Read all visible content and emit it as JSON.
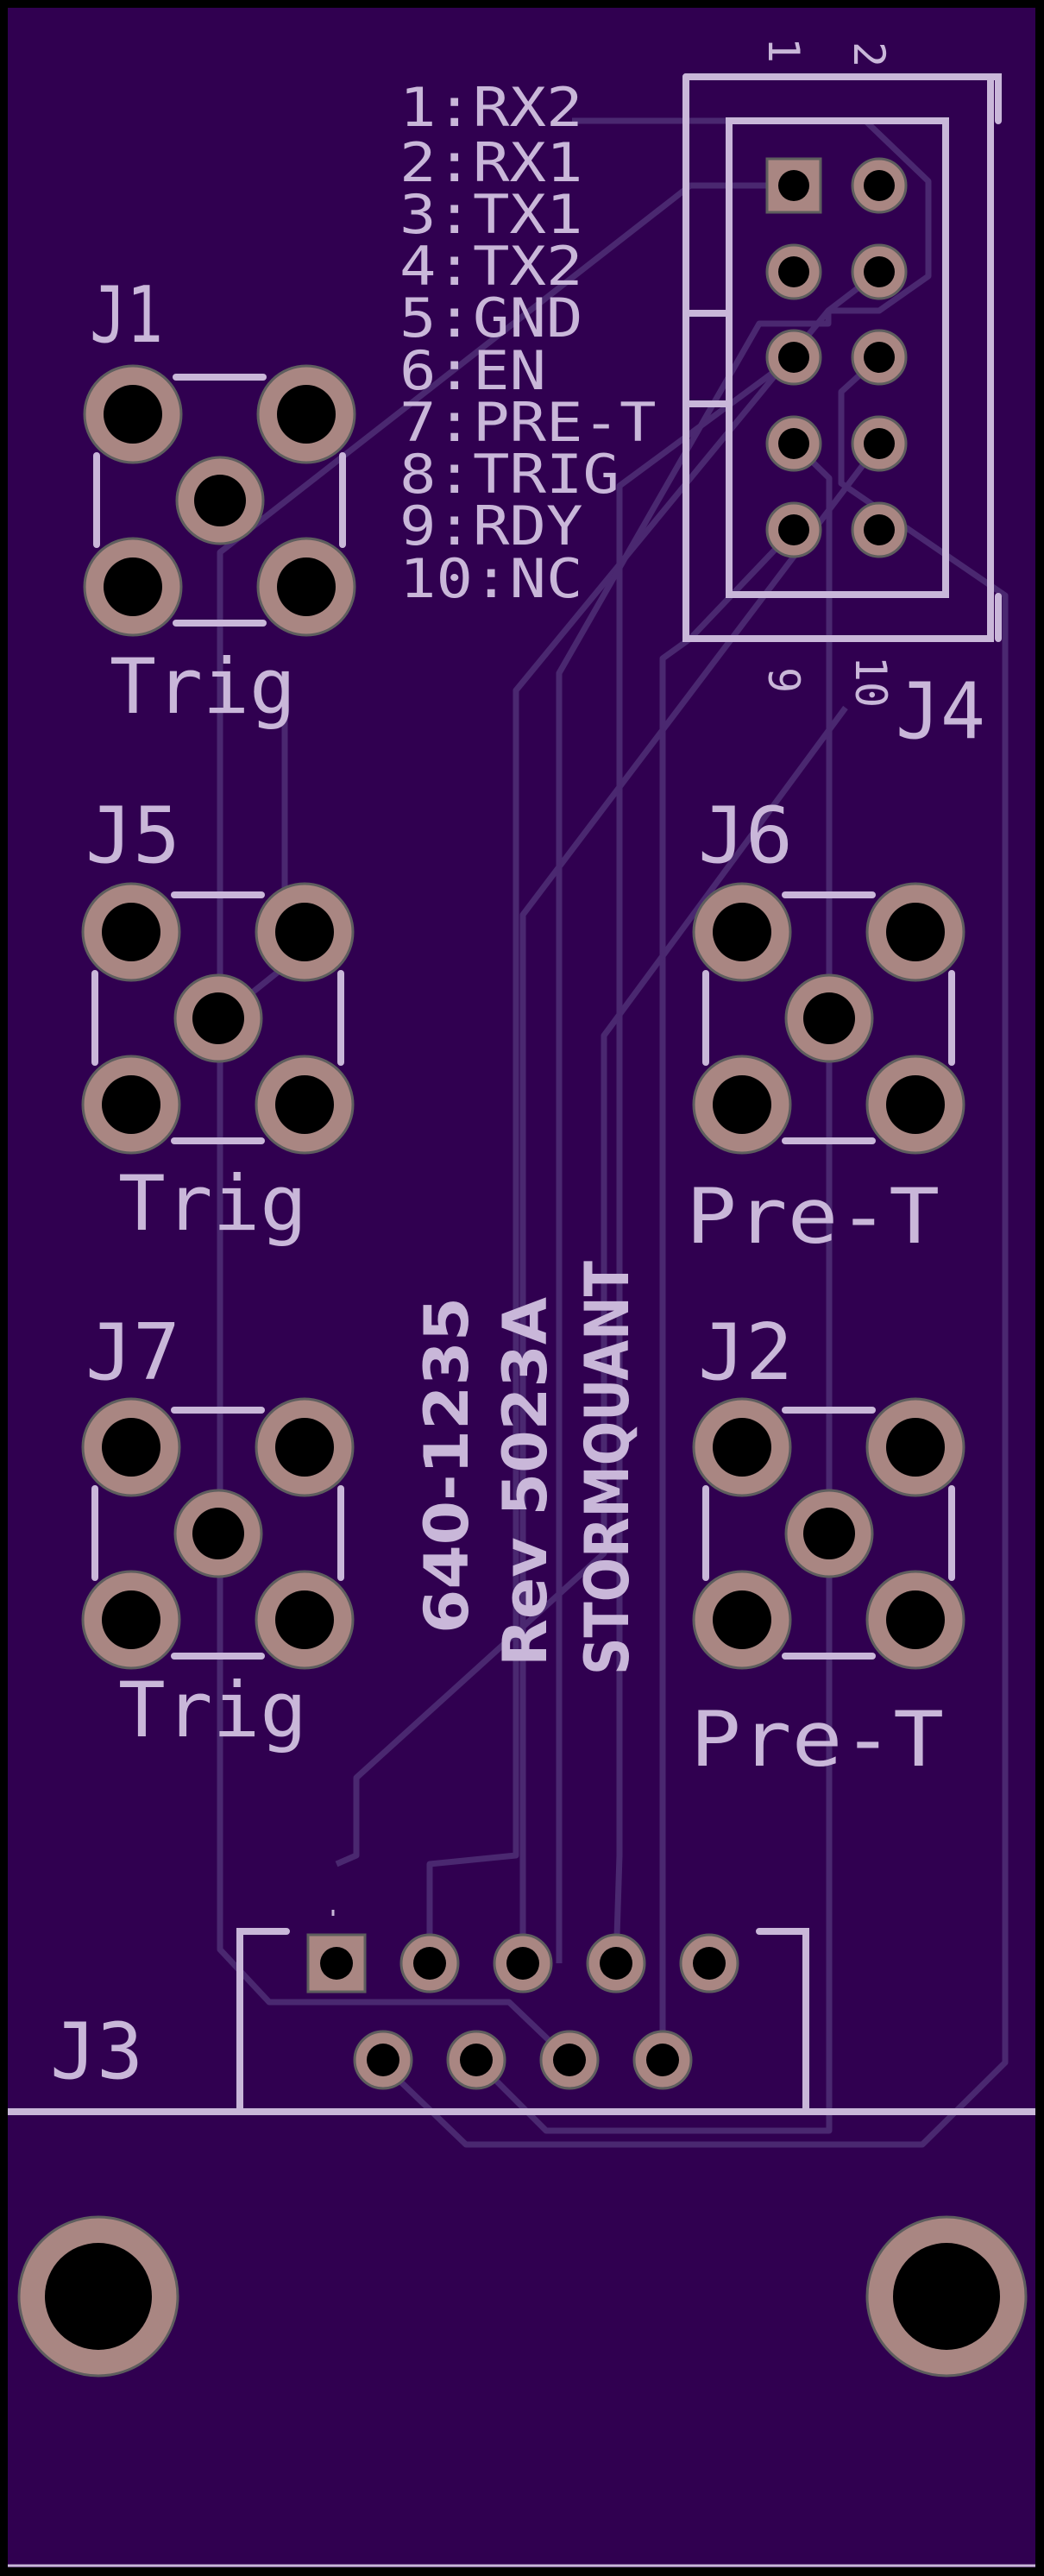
{
  "board": {
    "part_number": "640-1235",
    "revision": "Rev 5023A",
    "brand": "STORMQUANT"
  },
  "connectors": {
    "J1": {
      "ref": "J1",
      "label": "Trig"
    },
    "J5": {
      "ref": "J5",
      "label": "Trig"
    },
    "J7": {
      "ref": "J7",
      "label": "Trig"
    },
    "J6": {
      "ref": "J6",
      "label": "Pre-T"
    },
    "J2": {
      "ref": "J2",
      "label": "Pre-T"
    },
    "J3": {
      "ref": "J3"
    },
    "J4": {
      "ref": "J4"
    }
  },
  "j4_pinout": [
    "1:RX2",
    "2:RX1",
    "3:TX1",
    "4:TX2",
    "5:GND",
    "6:EN",
    "7:PRE-T",
    "8:TRIG",
    "9:RDY",
    "10:NC"
  ],
  "j4_pin_numbers": {
    "top_left": "1",
    "top_right": "2",
    "bottom_left": "9",
    "bottom_right": "10"
  },
  "colors": {
    "board": "#300050",
    "silkscreen": "#c9b7d9",
    "pad": "#a98682",
    "trace": "#4a2870",
    "outline": "#000000"
  }
}
